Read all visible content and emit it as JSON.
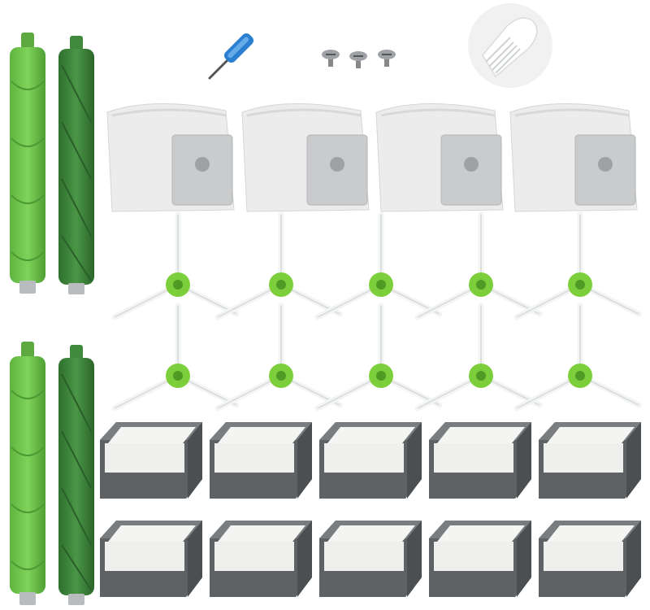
{
  "product": {
    "rollers": [
      {
        "name": "bristle-roller",
        "color": "#6cc24a"
      },
      {
        "name": "flexible-roller",
        "color": "#3f8a3c"
      },
      {
        "name": "bristle-roller",
        "color": "#6cc24a"
      },
      {
        "name": "flexible-roller",
        "color": "#3f8a3c"
      }
    ],
    "dust_bag_count": 4,
    "side_brush_count": 10,
    "filter_count": 10,
    "screw_count": 3,
    "tools": [
      "screwdriver-icon",
      "cleaning-brush-icon"
    ],
    "colors": {
      "bag": "#e8e9ea",
      "bag_tab": "#c9cbcd",
      "brush_hub": "#7ccf3a",
      "brush_arm": "#f3f4f4",
      "filter_frame": "#5f6264",
      "filter_media": "#f4f4f2",
      "screwdriver_handle": "#2a7fd0"
    }
  }
}
